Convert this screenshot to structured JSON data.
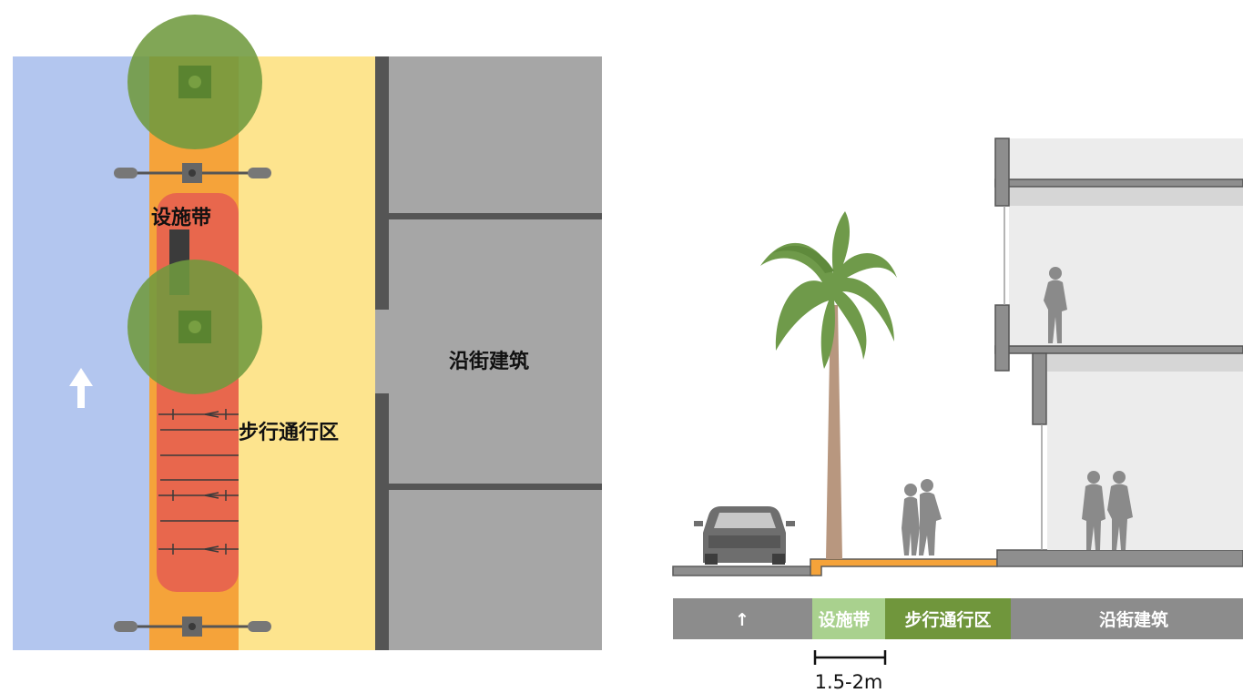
{
  "plan": {
    "facility_zone_label": "设施带",
    "walk_zone_label": "步行通行区",
    "building_label": "沿街建筑",
    "direction_arrow": "↑"
  },
  "section": {
    "legend": {
      "road": "↑",
      "facility_zone": "设施带",
      "walk_zone": "步行通行区",
      "building": "沿街建筑"
    },
    "dimension_label": "1.5-2m"
  },
  "colors": {
    "road_blue": "#b3c6ef",
    "facility_orange": "#f5a33a",
    "facility_red": "#e8674d",
    "walk_yellow": "#fde48e",
    "building_gray": "#a6a6a6",
    "tree_green": "#6f9a3f",
    "legend_road": "#8c8c8c",
    "legend_facility": "#a9d18e",
    "legend_walk": "#70963c",
    "legend_building": "#8c8c8c"
  },
  "icons": [
    "up-arrow-icon",
    "tree-icon",
    "street-lamp-icon",
    "bench-icon",
    "bicycle-icon",
    "car-icon",
    "palm-tree-icon",
    "pedestrian-icon"
  ]
}
